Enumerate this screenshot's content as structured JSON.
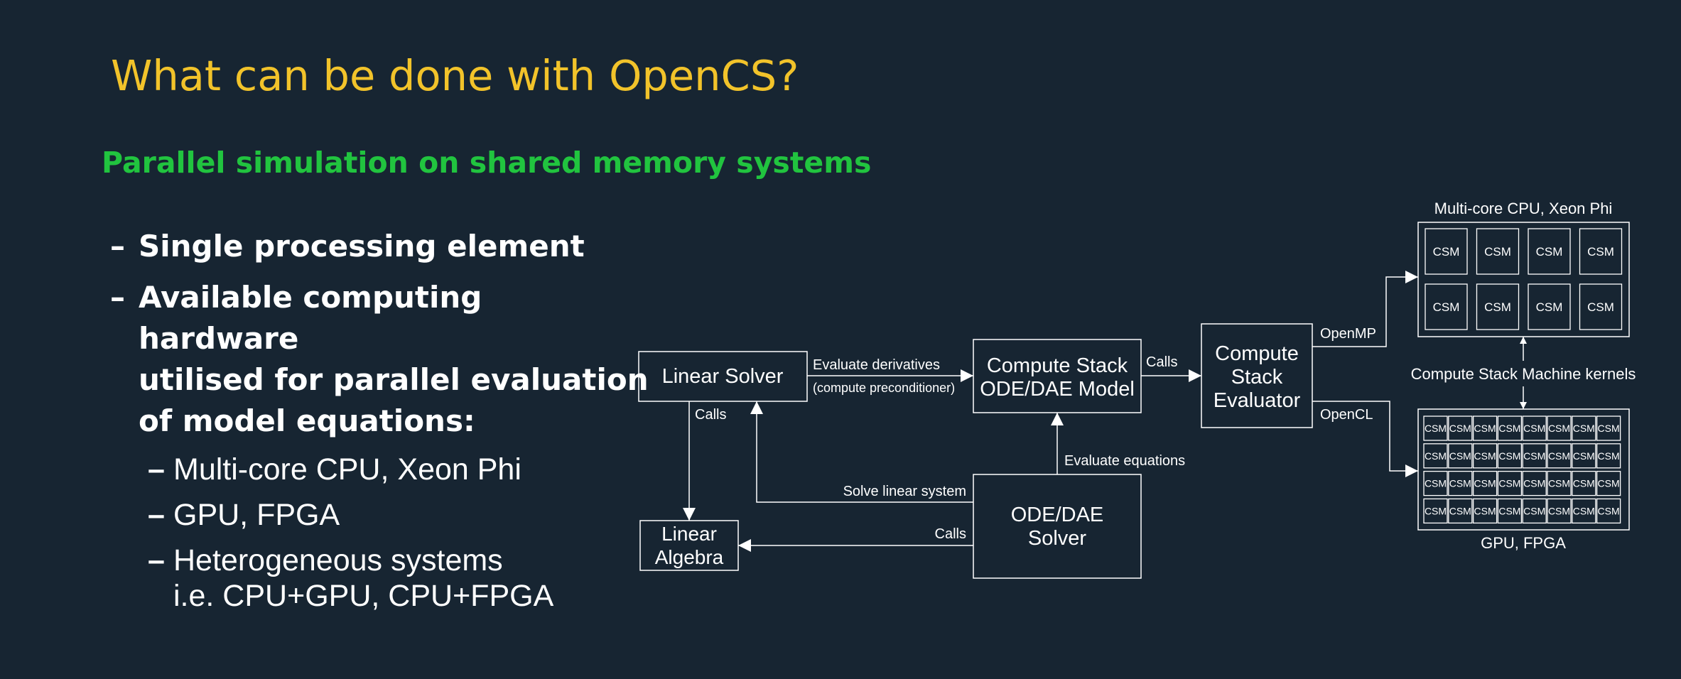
{
  "slide": {
    "title": "What can be done with OpenCS?",
    "subtitle": "Parallel simulation on shared memory systems",
    "bullets": {
      "b1": "Single processing element",
      "b2_line1": "Available computing hardware",
      "b2_line2": "utilised for parallel evaluation",
      "b2_line3": "of model equations:",
      "sub1": "Multi-core CPU, Xeon Phi",
      "sub2": "GPU, FPGA",
      "sub3_line1": "Heterogeneous systems",
      "sub3_line2": "i.e. CPU+GPU, CPU+FPGA"
    },
    "dash": "–"
  },
  "diagram": {
    "boxes": {
      "linear_solver": "Linear Solver",
      "linear_algebra_1": "Linear",
      "linear_algebra_2": "Algebra",
      "cs_model_1": "Compute Stack",
      "cs_model_2": "ODE/DAE Model",
      "ode_solver_1": "ODE/DAE",
      "ode_solver_2": "Solver",
      "cs_eval_1": "Compute",
      "cs_eval_2": "Stack",
      "cs_eval_3": "Evaluator"
    },
    "labels": {
      "evaluate_derivatives": "Evaluate derivatives",
      "compute_preconditioner": "(compute preconditioner)",
      "calls_ls_la": "Calls",
      "calls_model_eval": "Calls",
      "evaluate_equations": "Evaluate equations",
      "solve_linear_system": "Solve linear system",
      "calls_ode_la": "Calls",
      "openmp": "OpenMP",
      "opencl": "OpenCL",
      "multicore_title": "Multi-core CPU, Xeon Phi",
      "csm_kernels": "Compute Stack Machine kernels",
      "gpu_title": "GPU, FPGA"
    },
    "csm_label": "CSM",
    "cpu_grid": {
      "rows": 2,
      "cols": 4
    },
    "gpu_grid": {
      "rows": 4,
      "cols": 8
    }
  },
  "colors": {
    "background": "#172532",
    "title": "#f2c32a",
    "subtitle": "#21c43f",
    "lines": "#ffffff"
  }
}
